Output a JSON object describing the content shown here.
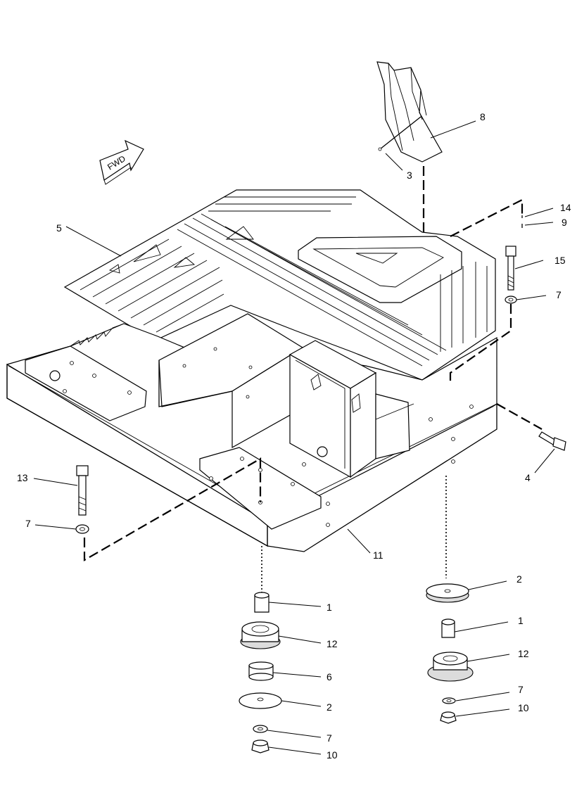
{
  "fwd_arrow_text": "FWD",
  "callouts": [
    {
      "id": "c1a",
      "text": "1"
    },
    {
      "id": "c1b",
      "text": "1"
    },
    {
      "id": "c2a",
      "text": "2"
    },
    {
      "id": "c2b",
      "text": "2"
    },
    {
      "id": "c3",
      "text": "3"
    },
    {
      "id": "c4",
      "text": "4"
    },
    {
      "id": "c5",
      "text": "5"
    },
    {
      "id": "c6",
      "text": "6"
    },
    {
      "id": "c7a",
      "text": "7"
    },
    {
      "id": "c7b",
      "text": "7"
    },
    {
      "id": "c7c",
      "text": "7"
    },
    {
      "id": "c7d",
      "text": "7"
    },
    {
      "id": "c8",
      "text": "8"
    },
    {
      "id": "c9",
      "text": "9"
    },
    {
      "id": "c10a",
      "text": "10"
    },
    {
      "id": "c10b",
      "text": "10"
    },
    {
      "id": "c11",
      "text": "11"
    },
    {
      "id": "c12a",
      "text": "12"
    },
    {
      "id": "c12b",
      "text": "12"
    },
    {
      "id": "c13",
      "text": "13"
    },
    {
      "id": "c14",
      "text": "14"
    },
    {
      "id": "c15",
      "text": "15"
    }
  ]
}
